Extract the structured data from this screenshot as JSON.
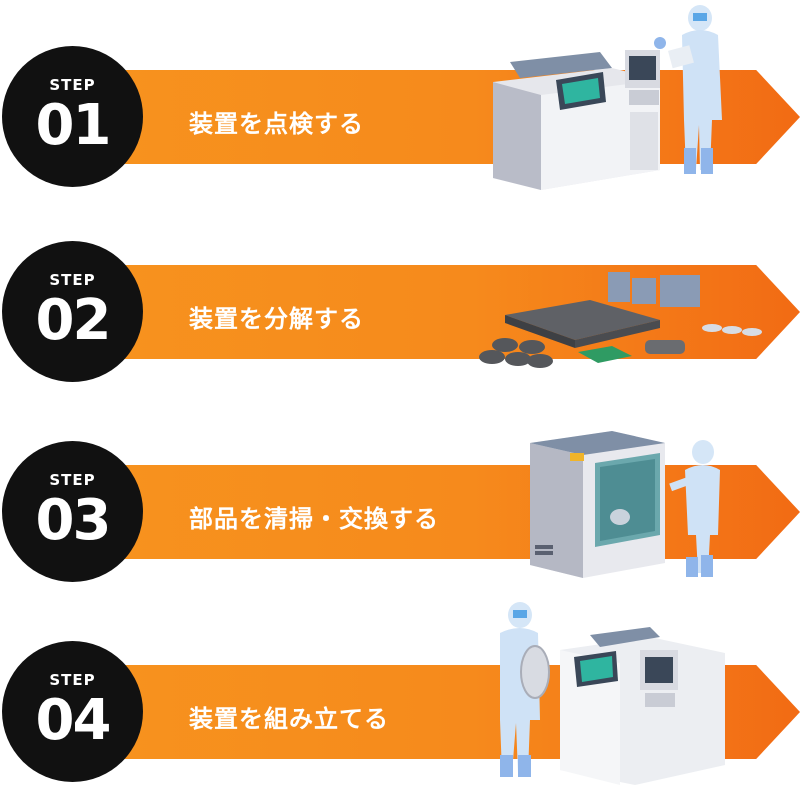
{
  "steps": [
    {
      "label": "STEP",
      "number": "01",
      "title": "装置を点検する"
    },
    {
      "label": "STEP",
      "number": "02",
      "title": "装置を分解する"
    },
    {
      "label": "STEP",
      "number": "03",
      "title": "部品を清掃・交換する"
    },
    {
      "label": "STEP",
      "number": "04",
      "title": "装置を組み立てる"
    }
  ],
  "colors": {
    "arrow_start": "#f7931e",
    "arrow_end": "#f26b14",
    "badge": "#111111",
    "text": "#ffffff"
  },
  "icons": [
    "machine-inspection-illustration",
    "disassembled-parts-illustration",
    "cleaning-chamber-illustration",
    "assembly-illustration"
  ]
}
